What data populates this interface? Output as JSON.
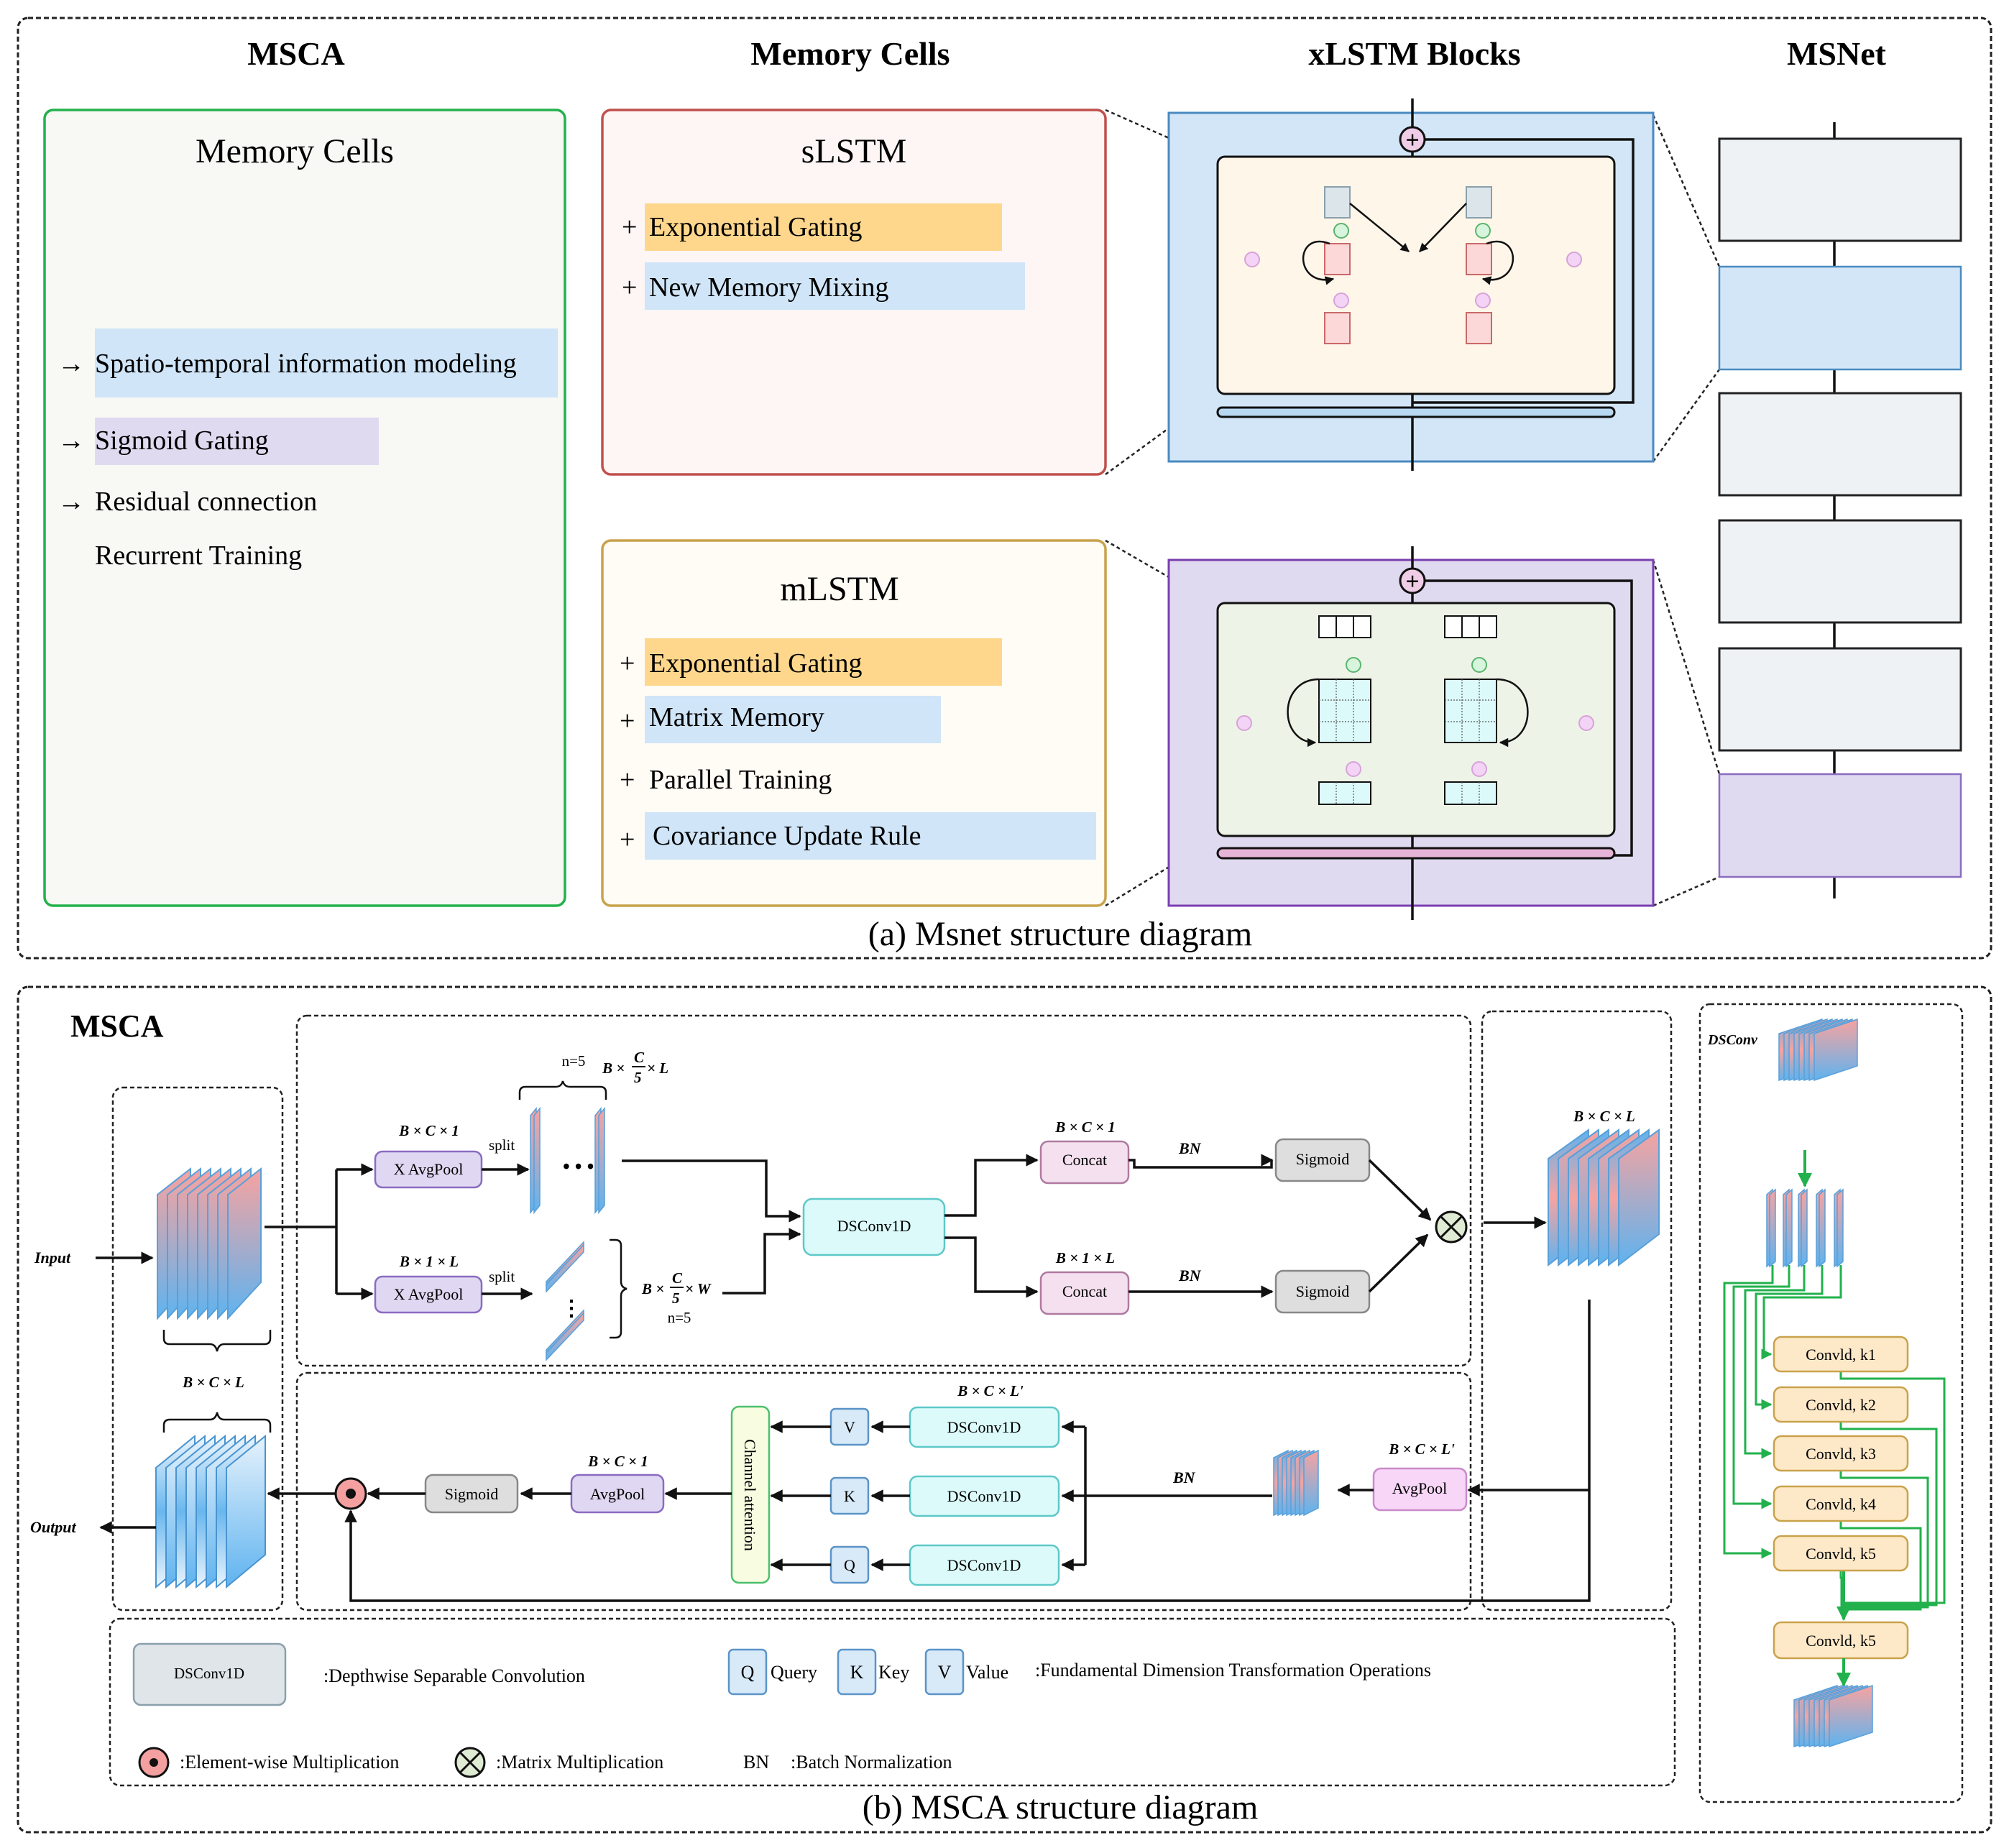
{
  "colors": {
    "msca_border": "#22b14c",
    "msca_fill": "#f8f8f4",
    "slstm_border": "#c0504d",
    "slstm_fill": "#fdf6f5",
    "mlstm_border": "#c9a24b",
    "mlstm_fill": "#fffbf5",
    "highlight_orange": "#ffd78c",
    "highlight_blue": "#d0e5f8",
    "highlight_purple": "#e0daf0",
    "xlstm_s_fill": "#d3e6f8",
    "xlstm_s_border": "#4a8ac0",
    "xlstm_m_fill": "#e0daf0",
    "xlstm_m_border": "#7a3fb0",
    "dsconv_fill": "#dcfafa",
    "dsconv_border": "#5ec8c8",
    "avgpool_fill": "#e0d8f2",
    "avgpool_border": "#8a6cc0",
    "concat_fill": "#f4e0ee",
    "concat_border": "#b07aa0",
    "sigmoid_fill": "#dedede",
    "sigmoid_border": "#888888",
    "conv_fill": "#fde9c8",
    "conv_border": "#c9a24b",
    "arrow_green": "#22b14c"
  },
  "part_a": {
    "headers": [
      "MSCA",
      "Memory Cells",
      "xLSTM Blocks",
      "MSNet"
    ],
    "msca_box": {
      "title": "Memory Cells",
      "items": [
        {
          "prefix": "→",
          "text": "Spatio-temporal information modeling",
          "highlight": "blue"
        },
        {
          "prefix": "→",
          "text": "Sigmoid Gating",
          "highlight": "purple"
        },
        {
          "prefix": "→",
          "text": "Residual connection",
          "highlight": "none"
        },
        {
          "prefix": "",
          "text": "Recurrent Training",
          "highlight": "none"
        }
      ]
    },
    "slstm_box": {
      "title": "sLSTM",
      "items": [
        {
          "prefix": "+",
          "text": "Exponential Gating",
          "highlight": "orange"
        },
        {
          "prefix": "+",
          "text": "New Memory Mixing",
          "highlight": "blue"
        }
      ]
    },
    "mlstm_box": {
      "title": "mLSTM",
      "items": [
        {
          "prefix": "+",
          "text": "Exponential Gating",
          "highlight": "orange"
        },
        {
          "prefix": "+",
          "text": "Matrix Memory",
          "highlight": "blue"
        },
        {
          "prefix": "+",
          "text": "Parallel Training",
          "highlight": "none"
        },
        {
          "prefix": "+",
          "text": "Covariance Update Rule",
          "highlight": "blue"
        }
      ]
    },
    "add_symbol": "+",
    "msnet_blocks": [
      "plain",
      "sLSTM",
      "plain",
      "plain",
      "plain",
      "mLSTM"
    ],
    "caption": "(a) Msnet structure diagram"
  },
  "part_b": {
    "title": "MSCA",
    "input_label": "Input",
    "output_label": "Output",
    "dims": {
      "bcl": "B × C × L",
      "bc1": "B × C × 1",
      "b1l": "B × 1 × L",
      "bcl_prime": "B × C × L'",
      "bc1_lower": "B × C × 1",
      "n5": "n=5",
      "bc5l_pre": "B ×",
      "frac_num": "C",
      "frac_den": "5",
      "bc5l_post": "× L",
      "bc5w_post": "× W"
    },
    "split_label": "split",
    "ellipsis_h": "• • •",
    "ellipsis_v": "⋮",
    "bn_label": "BN",
    "boxes": {
      "xavgpool": "X AvgPool",
      "dsconv1d": "DSConv1D",
      "concat": "Concat",
      "sigmoid": "Sigmoid",
      "avgpool": "AvgPool",
      "channel_attention": "Channel attention",
      "v": "V",
      "k": "K",
      "q": "Q"
    },
    "dsconv_panel": {
      "title": "DSConv",
      "convs": [
        "Convld, k1",
        "Convld, k2",
        "Convld, k3",
        "Convld, k4",
        "Convld, k5"
      ],
      "final_conv": "Convld, k5"
    },
    "legend": {
      "dsconv_box": "DSConv1D",
      "dsconv_desc": ":Depthwise Separable Convolution",
      "q": "Q",
      "q_desc": "Query",
      "k": "K",
      "k_desc": "Key",
      "v": "V",
      "v_desc": "Value",
      "qkv_desc": ":Fundamental Dimension Transformation Operations",
      "elem_desc": ":Element-wise Multiplication",
      "matrix_desc": ":Matrix Multiplication",
      "bn": "BN",
      "bn_desc": ":Batch Normalization"
    },
    "caption": "(b) MSCA structure diagram"
  }
}
